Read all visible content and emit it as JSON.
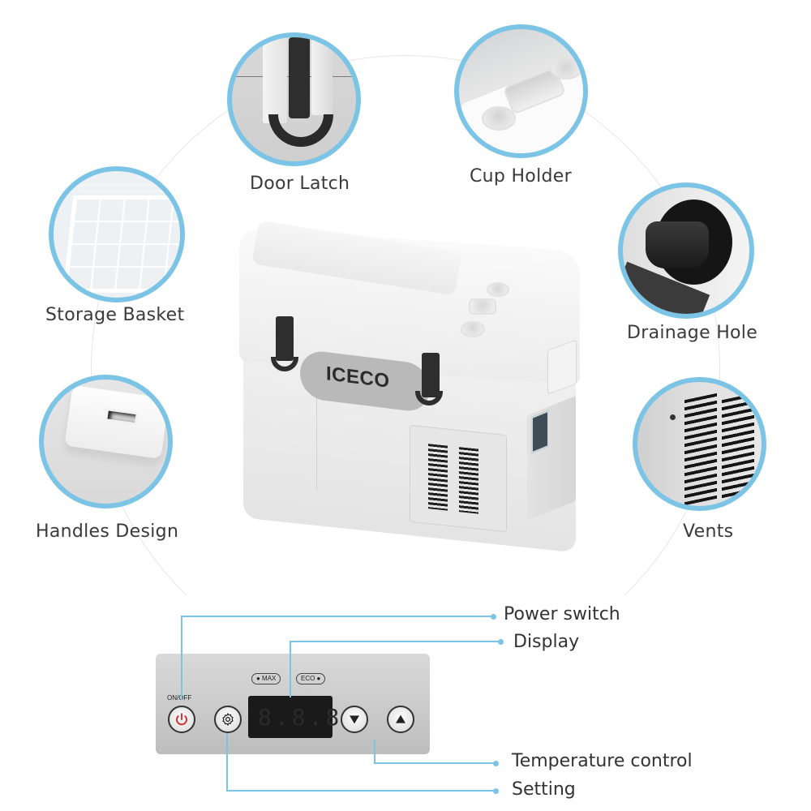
{
  "features": {
    "door_latch": "Door Latch",
    "cup_holder": "Cup Holder",
    "storage_basket": "Storage Basket",
    "drainage_hole": "Drainage Hole",
    "handles_design": "Handles Design",
    "vents": "Vents"
  },
  "product": {
    "brand": "ICECO"
  },
  "control_panel": {
    "on_off_label": "ON/OFF",
    "max_label": "● MAX",
    "eco_label": "ECO ●",
    "display_value": "8.8.8",
    "callouts": {
      "power_switch": "Power switch",
      "display": "Display",
      "temperature_control": "Temperature control",
      "setting": "Setting"
    }
  },
  "colors": {
    "accent": "#7cc4e6",
    "power_icon": "#d32f2f",
    "text": "#333333"
  }
}
